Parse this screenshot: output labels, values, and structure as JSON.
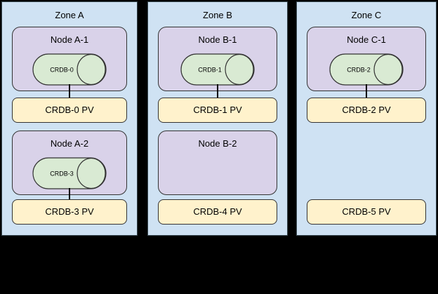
{
  "colors": {
    "background": "#000000",
    "zone-fill": "#cfe2f3",
    "zone-border": "#37474f",
    "node-fill": "#d9d2e9",
    "disk-fill": "#d9ead3",
    "pv-fill": "#fff2cc",
    "shape-border": "#333333",
    "text": "#000000"
  },
  "zones": [
    {
      "label": "Zone A",
      "node1": {
        "label": "Node A-1",
        "disk": "CRDB-0"
      },
      "pv1": "CRDB-0 PV",
      "node2": {
        "label": "Node A-2",
        "disk": "CRDB-3"
      },
      "pv2": "CRDB-3 PV"
    },
    {
      "label": "Zone B",
      "node1": {
        "label": "Node B-1",
        "disk": "CRDB-1"
      },
      "pv1": "CRDB-1 PV",
      "node2": {
        "label": "Node B-2"
      },
      "pv2": "CRDB-4 PV"
    },
    {
      "label": "Zone C",
      "node1": {
        "label": "Node C-1",
        "disk": "CRDB-2"
      },
      "pv1": "CRDB-2 PV",
      "pv2": "CRDB-5 PV"
    }
  ]
}
